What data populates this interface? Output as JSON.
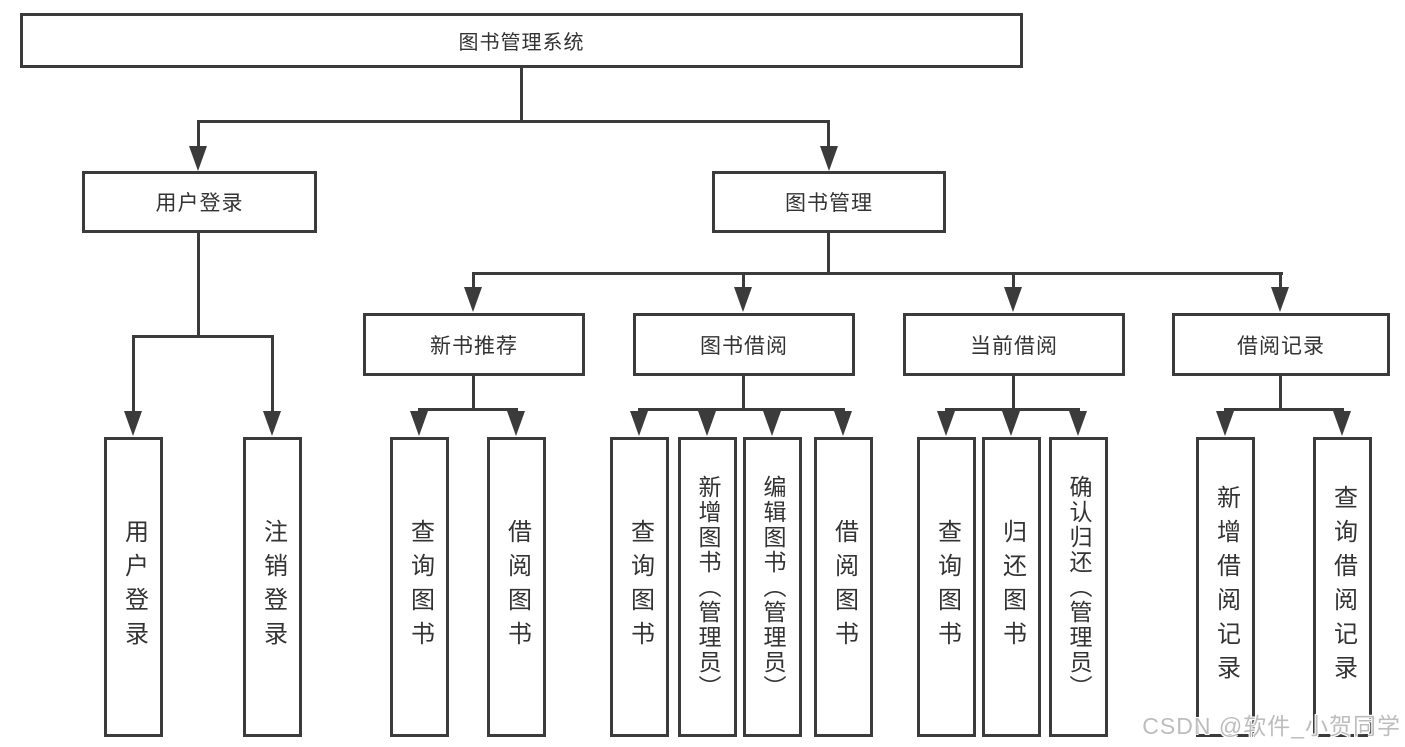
{
  "tree": {
    "root": {
      "label": "图书管理系统"
    },
    "branches": [
      {
        "label": "用户登录",
        "children": [
          "用户登录",
          "注销登录"
        ]
      },
      {
        "label": "图书管理",
        "children": [
          {
            "label": "新书推荐",
            "children": [
              "查询图书",
              "借阅图书"
            ]
          },
          {
            "label": "图书借阅",
            "children": [
              "查询图书",
              "新增图书（管理员）",
              "编辑图书（管理员）",
              "借阅图书"
            ]
          },
          {
            "label": "当前借阅",
            "children": [
              "查询图书",
              "归还图书",
              "确认归还（管理员）"
            ]
          },
          {
            "label": "借阅记录",
            "children": [
              "新增借阅记录",
              "查询借阅记录"
            ]
          }
        ]
      }
    ]
  },
  "watermark": {
    "text": "CSDN @软件_小贺同学"
  },
  "colors": {
    "line": "#3b3b3b",
    "text": "#333333",
    "watermark": "#bdbdbd",
    "background": "#ffffff"
  }
}
